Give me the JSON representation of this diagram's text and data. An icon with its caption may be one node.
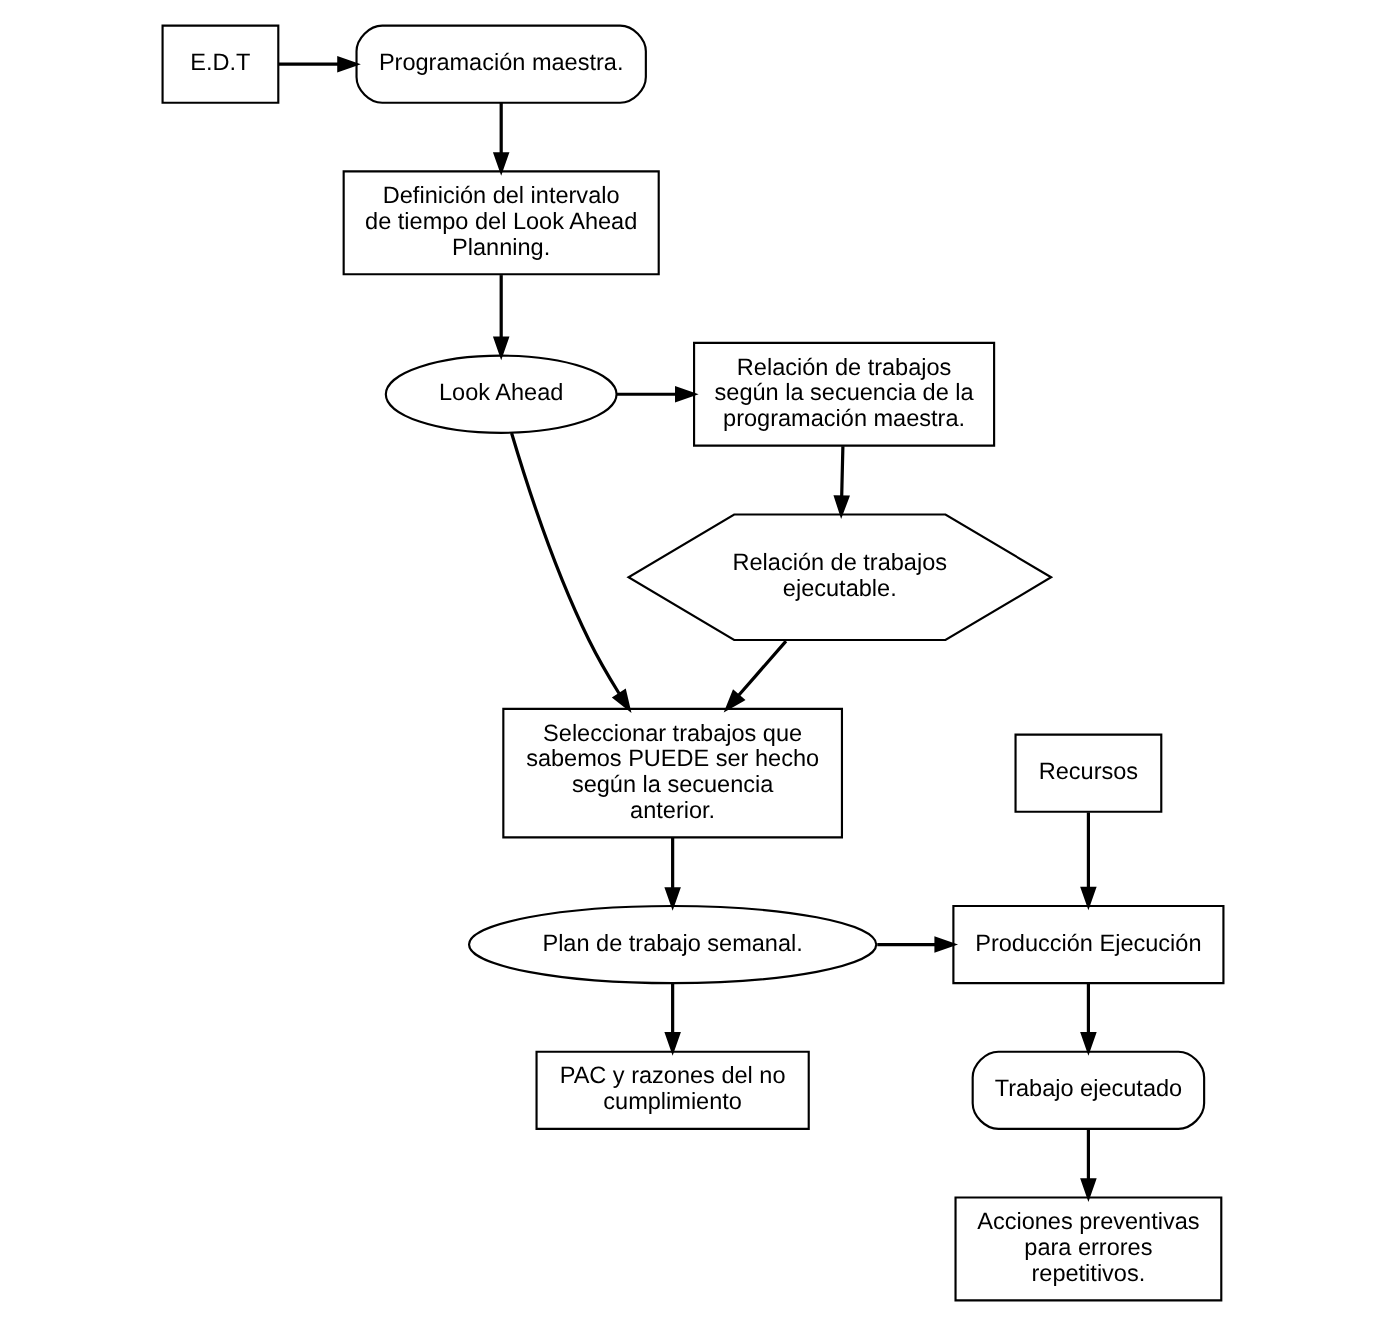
{
  "diagram": {
    "nodes": [
      {
        "text": [
          "E.D.T"
        ]
      },
      {
        "text": [
          "Programación maestra."
        ]
      },
      {
        "text": [
          "Definición del intervalo de tiempo del Look Ahead Planning."
        ]
      },
      {
        "text": [
          "Look Ahead"
        ]
      },
      {
        "text": [
          "Relación de trabajos según la secuencia de la programación maestra."
        ]
      },
      {
        "text": [
          "Relación de trabajos ejecutable."
        ]
      },
      {
        "text": [
          "Seleccionar trabajos que sabemos PUEDE ser hecho según la secuencia anterior."
        ]
      },
      {
        "text": [
          "Recursos"
        ]
      },
      {
        "text": [
          "Plan de trabajo semanal."
        ]
      },
      {
        "text": [
          "Producción Ejecución"
        ]
      },
      {
        "text": [
          "PAC y razones del no cumplimiento"
        ]
      },
      {
        "text": [
          "Trabajo ejecutado"
        ]
      },
      {
        "text": [
          "Acciones preventivas para errores repetitivos."
        ]
      }
    ],
    "edges": [
      {
        "from": 0,
        "to": 1,
        "arrow": "to"
      },
      {
        "from": 1,
        "to": 2,
        "arrow": "to"
      },
      {
        "from": 2,
        "to": 3,
        "arrow": "to"
      },
      {
        "from": 3,
        "to": 4,
        "arrow": "to"
      },
      {
        "from": 3,
        "to": 6,
        "arrow": "to"
      },
      {
        "from": 4,
        "to": 5,
        "arrow": "to"
      },
      {
        "from": 5,
        "to": 6,
        "arrow": "to"
      },
      {
        "from": 6,
        "to": 8,
        "arrow": "to"
      },
      {
        "from": 7,
        "to": 9,
        "arrow": "to"
      },
      {
        "from": 8,
        "to": 9,
        "arrow": "to"
      },
      {
        "from": 8,
        "to": 10,
        "arrow": "to"
      },
      {
        "from": 9,
        "to": 11,
        "arrow": "to"
      },
      {
        "from": 11,
        "to": 12,
        "arrow": "to"
      }
    ]
  }
}
